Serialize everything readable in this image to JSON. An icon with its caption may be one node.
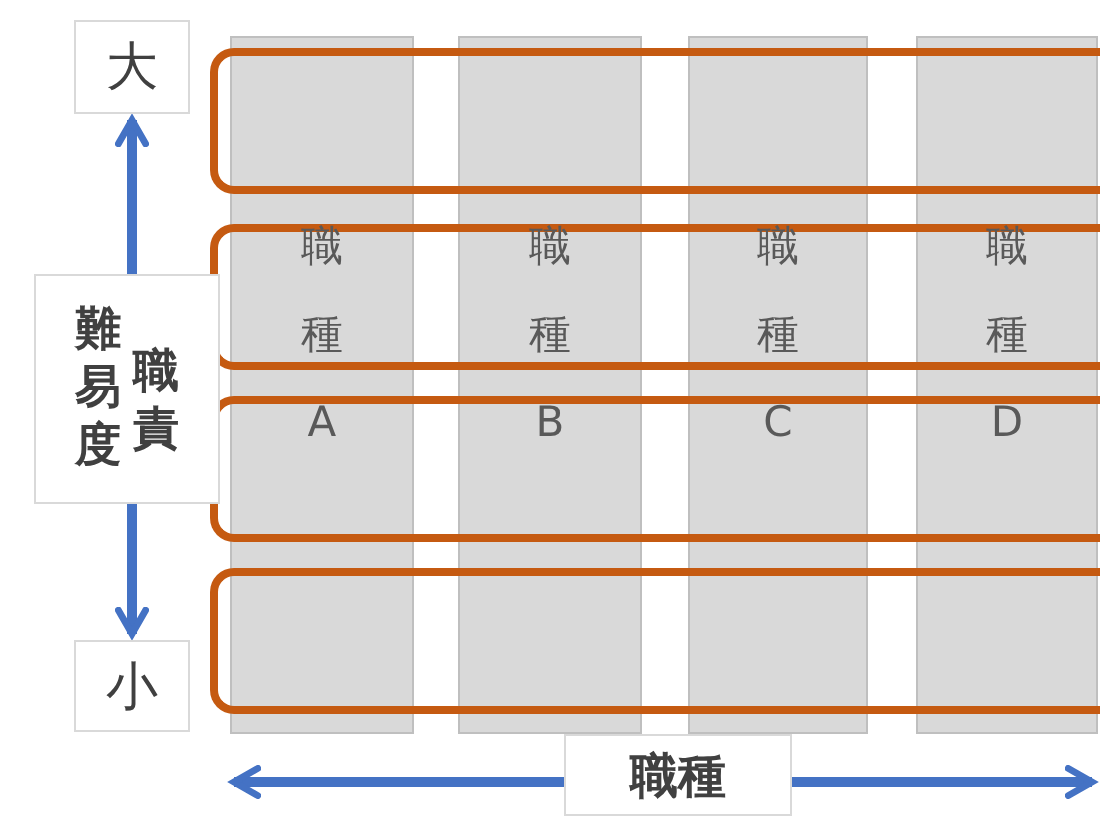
{
  "diagram": {
    "nodes": [
      {
        "text": [
          "大"
        ]
      },
      {
        "text": [
          "職種A"
        ]
      },
      {
        "text": [
          "職種B"
        ]
      },
      {
        "text": [
          "職種C"
        ]
      },
      {
        "text": [
          "職種D"
        ]
      },
      {
        "text": [
          "難易度",
          "職責"
        ]
      },
      {
        "text": [
          "小"
        ]
      },
      {
        "text": [
          "職種"
        ]
      }
    ],
    "edges": [
      {
        "from": 5,
        "to": 0,
        "arrow": "to"
      },
      {
        "from": 5,
        "to": 6,
        "arrow": "to"
      },
      {
        "from": 7,
        "to": 1,
        "arrow": "to"
      },
      {
        "from": 7,
        "to": 4,
        "arrow": "to"
      }
    ]
  }
}
